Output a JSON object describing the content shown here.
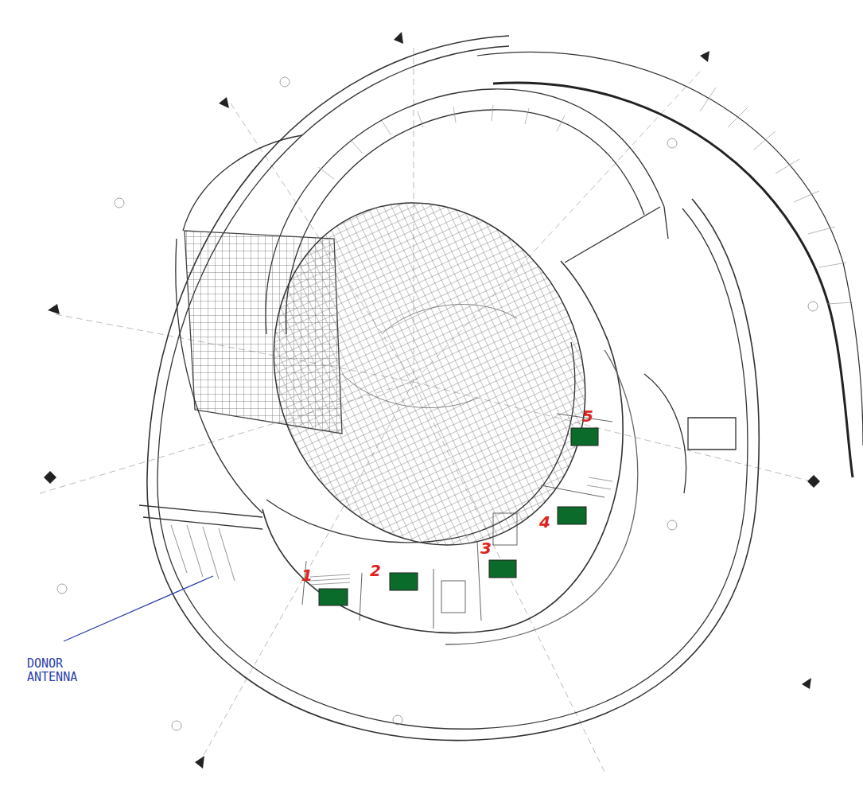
{
  "diagram": {
    "labels": [
      "1",
      "2",
      "3",
      "4",
      "5",
      "DONOR ANTENNA"
    ]
  }
}
